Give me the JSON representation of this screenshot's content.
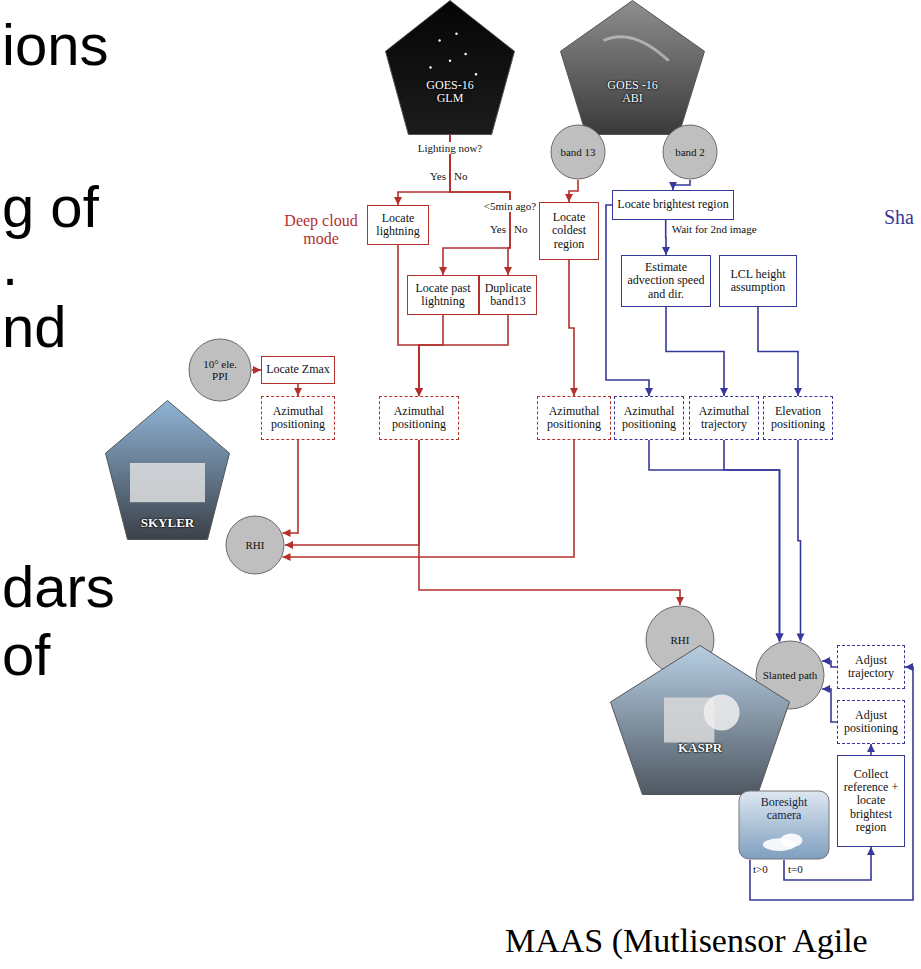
{
  "diagram": {
    "caption": "MAAS (Mutlisensor Agile",
    "nodes": [
      {
        "text": [
          "GOES-16 GLM"
        ]
      },
      {
        "text": [
          "GOES -16 ABI"
        ]
      },
      {
        "text": [
          "band 13"
        ]
      },
      {
        "text": [
          "band 2"
        ]
      },
      {
        "text": [
          "Locate lightning"
        ]
      },
      {
        "text": [
          "Locate past lightning"
        ]
      },
      {
        "text": [
          "Duplicate band13"
        ]
      },
      {
        "text": [
          "Locate coldest region"
        ]
      },
      {
        "text": [
          "Locate brightest region"
        ]
      },
      {
        "text": [
          "Estimate advection speed and dir."
        ]
      },
      {
        "text": [
          "LCL height assumption"
        ]
      },
      {
        "text": [
          "10° ele. PPI"
        ]
      },
      {
        "text": [
          "Locate Zmax"
        ]
      },
      {
        "text": [
          "Azimuthal positioning"
        ]
      },
      {
        "text": [
          "Azimuthal positioning"
        ]
      },
      {
        "text": [
          "Azimuthal positioning"
        ]
      },
      {
        "text": [
          "Azimuthal positioning"
        ]
      },
      {
        "text": [
          "Azimuthal trajectory"
        ]
      },
      {
        "text": [
          "Elevation positioning"
        ]
      },
      {
        "text": [
          "SKYLER"
        ]
      },
      {
        "text": [
          "RHI"
        ]
      },
      {
        "text": [
          "RHI"
        ]
      },
      {
        "text": [
          "Slanted path"
        ]
      },
      {
        "text": [
          "KASPR"
        ]
      },
      {
        "text": [
          "Boresight camera"
        ]
      },
      {
        "text": [
          "Adjust trajectory"
        ]
      },
      {
        "text": [
          "Adjust positioning"
        ]
      },
      {
        "text": [
          "Collect reference + locate brightest region"
        ]
      }
    ],
    "edges": [
      {
        "from": 0,
        "to": 4,
        "arrow": "to"
      },
      {
        "from": 0,
        "to": 5,
        "arrow": "to"
      },
      {
        "from": 0,
        "to": 6,
        "arrow": "to"
      },
      {
        "from": 2,
        "to": 7,
        "arrow": "to"
      },
      {
        "from": 3,
        "to": 8,
        "arrow": "to"
      },
      {
        "from": 8,
        "to": 9,
        "label": "Wait for 2nd image",
        "arrow": "to"
      },
      {
        "from": 8,
        "to": 16,
        "arrow": "to"
      },
      {
        "from": 9,
        "to": 17,
        "arrow": "to"
      },
      {
        "from": 10,
        "to": 18,
        "arrow": "to"
      },
      {
        "from": 4,
        "to": 14,
        "arrow": "to"
      },
      {
        "from": 5,
        "to": 14,
        "arrow": "to"
      },
      {
        "from": 6,
        "to": 14,
        "arrow": "to"
      },
      {
        "from": 7,
        "to": 15,
        "arrow": "to"
      },
      {
        "from": 11,
        "to": 12,
        "arrow": "to"
      },
      {
        "from": 12,
        "to": 13,
        "arrow": "to"
      },
      {
        "from": 13,
        "to": 20,
        "arrow": "to"
      },
      {
        "from": 14,
        "to": 20,
        "arrow": "to"
      },
      {
        "from": 15,
        "to": 20,
        "arrow": "to"
      },
      {
        "from": 14,
        "to": 21,
        "arrow": "to"
      },
      {
        "from": 16,
        "to": 22,
        "arrow": "to"
      },
      {
        "from": 17,
        "to": 22,
        "arrow": "to"
      },
      {
        "from": 18,
        "to": 22,
        "arrow": "to"
      },
      {
        "from": 25,
        "to": 22,
        "arrow": "to"
      },
      {
        "from": 26,
        "to": 22,
        "arrow": "to"
      },
      {
        "from": 27,
        "to": 26,
        "arrow": "to"
      },
      {
        "from": 24,
        "to": 27,
        "arrow": "to"
      },
      {
        "from": 24,
        "to": 25,
        "arrow": "to"
      }
    ],
    "labels": [
      "ions",
      "g of",
      ".",
      "nd",
      "dars",
      "of",
      "Lighting now?",
      "Yes",
      "No",
      "<5min ago?",
      "Yes",
      "No",
      "Deep cloud mode",
      "Sha",
      "t>0",
      "t=0"
    ]
  }
}
